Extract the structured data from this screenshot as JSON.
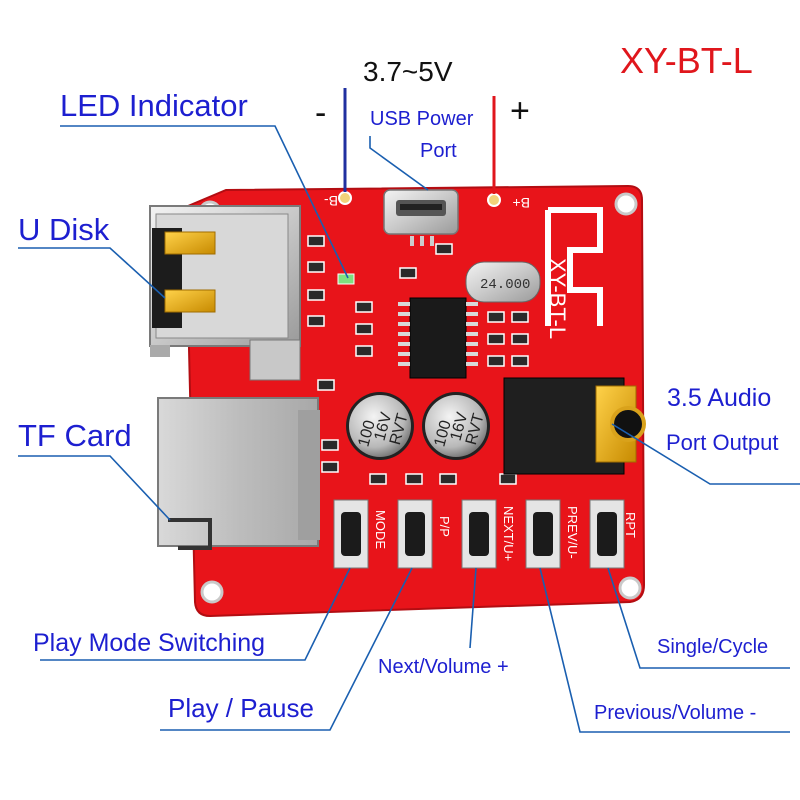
{
  "model": "XY-BT-L",
  "voltage": "3.7~5V",
  "polarity": {
    "minus": "-",
    "plus": "+"
  },
  "labels": {
    "led_indicator": "LED Indicator",
    "usb_power_l1": "USB Power",
    "usb_power_l2": "Port",
    "u_disk": "U Disk",
    "tf_card": "TF Card",
    "audio_l1": "3.5 Audio",
    "audio_l2": "Port Output",
    "play_mode": "Play Mode Switching",
    "play_pause": "Play / Pause",
    "next_volume": "Next/Volume +",
    "single_cycle": "Single/Cycle",
    "previous_volume": "Previous/Volume -"
  },
  "silkscreen": {
    "b_minus": "B-",
    "b_plus": "B+",
    "board_model": "XY-BT-L",
    "crystal": "24.000",
    "capacitor_value": "100",
    "capacitor_voltage": "16V",
    "capacitor_brand": "RVT",
    "btn_mode": "MODE",
    "btn_pp": "P/P",
    "btn_next": "NEXT/U+",
    "btn_prev": "PREV/U-",
    "btn_rpt": "RPT"
  },
  "colors": {
    "board": "#e8141a",
    "label": "#1d1fd0",
    "leader": "#1a5fb0",
    "model": "#e0161c"
  }
}
